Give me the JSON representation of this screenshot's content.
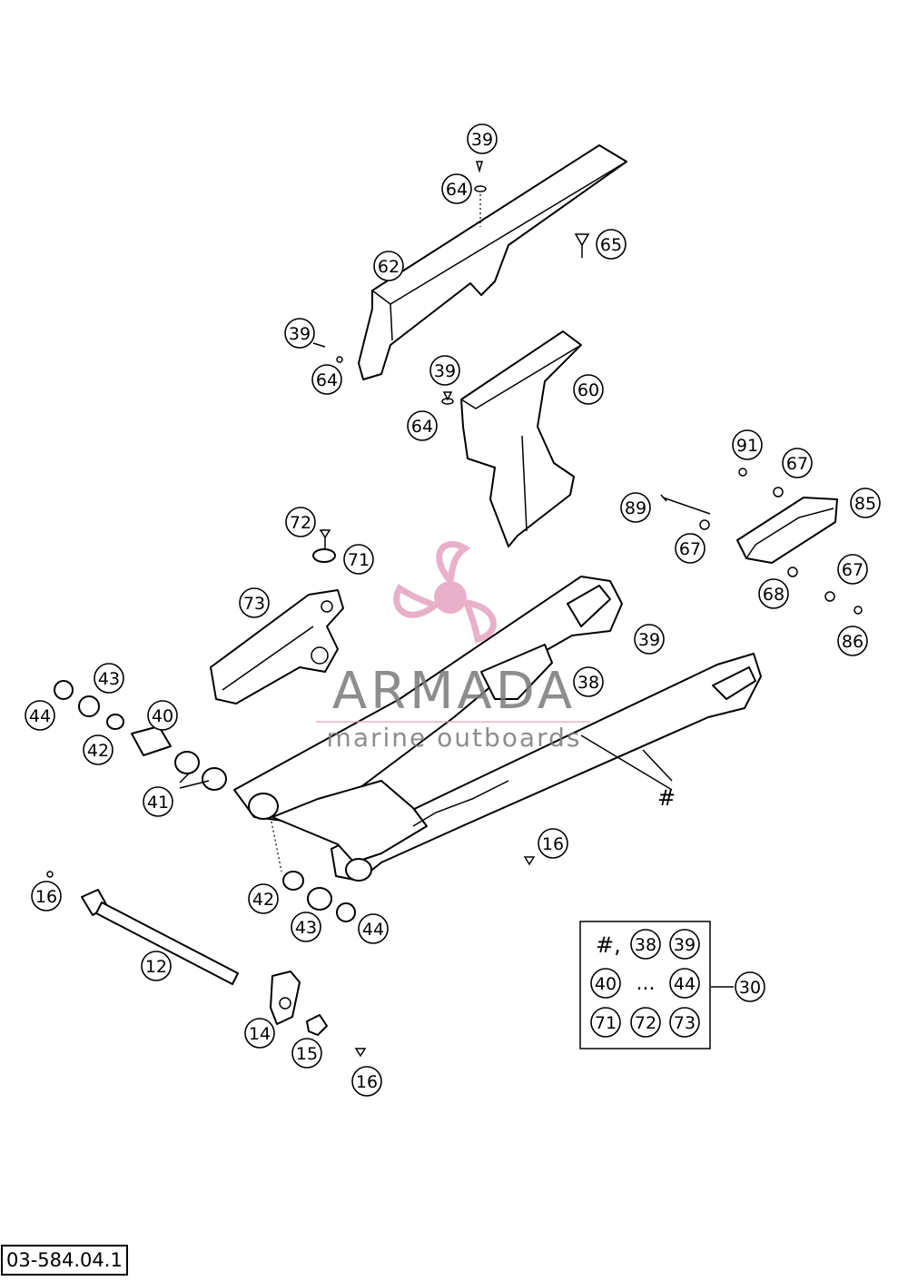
{
  "drawing_number": "03-584.04.1",
  "watermark": {
    "brand": "ARMADA",
    "tagline": "marine outboards",
    "brand_color": "#e6a3c1",
    "text_color": "#7a7a7a"
  },
  "callouts": {
    "c39_top": "39",
    "c64_top": "64",
    "c65": "65",
    "c62": "62",
    "c39_left": "39",
    "c64_left": "64",
    "c39_mid": "39",
    "c60": "60",
    "c64_mid": "64",
    "c91": "91",
    "c67_a": "67",
    "c85": "85",
    "c89": "89",
    "c67_b": "67",
    "c68": "68",
    "c67_c": "67",
    "c86": "86",
    "c72": "72",
    "c71": "71",
    "c73": "73",
    "c39_arm": "39",
    "c38": "38",
    "c43_a": "43",
    "c44_a": "44",
    "c40": "40",
    "c42_a": "42",
    "c41": "41",
    "c16_a": "16",
    "c16_b": "16",
    "c12": "12",
    "c42_b": "42",
    "c43_b": "43",
    "c44_b": "44",
    "c14": "14",
    "c15": "15",
    "c16_c": "16",
    "c30": "30"
  },
  "hash_label": "#",
  "kit_box": {
    "hash": "#,",
    "ellipsis": "...",
    "items": [
      "38",
      "39",
      "40",
      "44",
      "71",
      "72",
      "73"
    ]
  }
}
